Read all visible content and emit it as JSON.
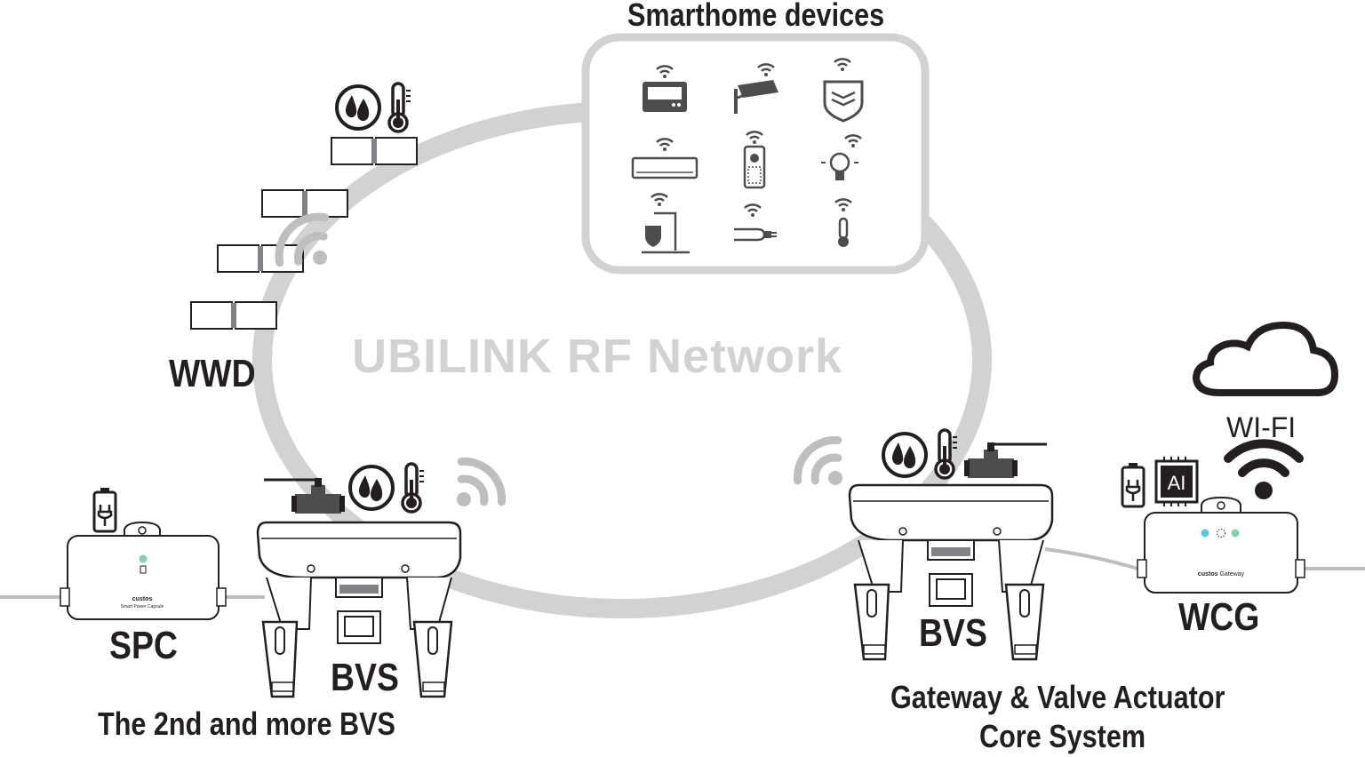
{
  "network": {
    "label": "UBILINK RF Network"
  },
  "smarthome": {
    "title": "Smarthome devices"
  },
  "devices": {
    "wwd": {
      "label": "WWD"
    },
    "spc": {
      "label": "SPC",
      "brand": "custos",
      "sublabel": "Smart Power Capsule"
    },
    "bvs_left": {
      "label": "BVS"
    },
    "bvs_right": {
      "label": "BVS"
    },
    "wcg": {
      "label": "WCG",
      "brand": "custos",
      "sublabel": "Gateway"
    }
  },
  "wifi": {
    "label": "WI-FI"
  },
  "chip": {
    "label": "AI"
  },
  "captions": {
    "left": "The 2nd and more BVS",
    "right_line1": "Gateway & Valve Actuator",
    "right_line2": "Core System"
  },
  "icons": [
    "water-drop-icon",
    "thermometer-icon",
    "wifi-signal-icon",
    "cloud-icon",
    "battery-plug-icon",
    "ai-chip-icon",
    "ball-valve-icon",
    "thermostat-icon",
    "security-camera-icon",
    "shield-icon",
    "air-conditioner-icon",
    "remote-control-icon",
    "light-bulb-icon",
    "door-lock-icon",
    "smart-plug-icon",
    "temperature-sensor-icon"
  ],
  "colors": {
    "ink": "#231f20",
    "network_gray": "#d1d2d3",
    "device_gray": "#4d4d4f",
    "led_green": "#7fd3a6",
    "led_blue": "#5bc6e3"
  }
}
